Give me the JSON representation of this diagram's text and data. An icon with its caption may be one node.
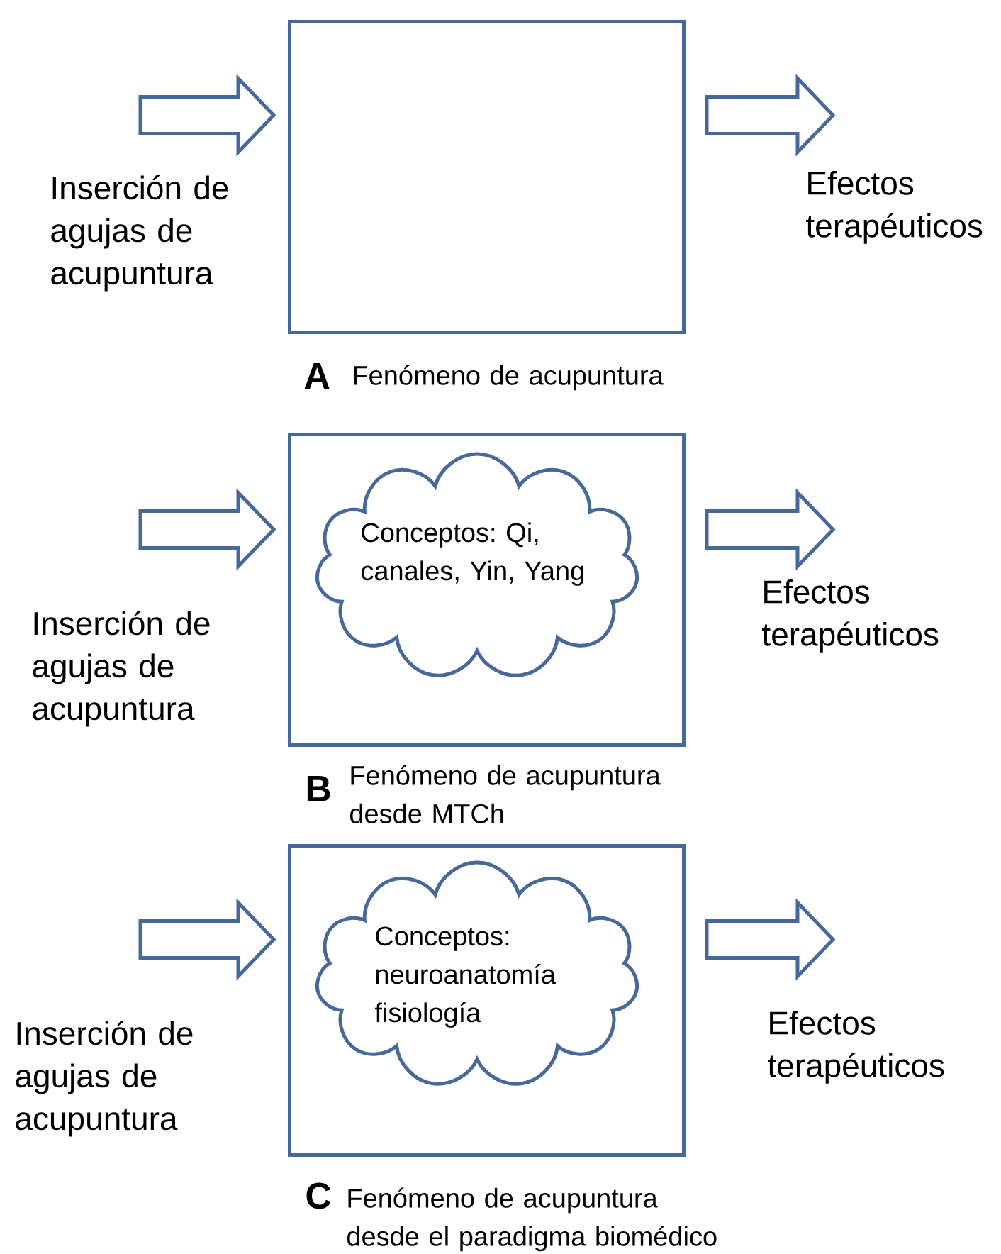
{
  "diagram": {
    "nodes": [
      {
        "text": [],
        "shape": "box"
      },
      {
        "text": [],
        "shape": "box"
      },
      {
        "text": [
          "Conceptos: Qi, canales, Yin, Yang"
        ],
        "in": 1
      },
      {
        "text": [],
        "shape": "box"
      },
      {
        "text": [
          "Conceptos: neuroanatomía fisiología"
        ],
        "in": 3
      }
    ],
    "edges": [
      {
        "from": null,
        "to": 0,
        "arrow": "to"
      },
      {
        "from": 0,
        "to": null,
        "arrow": "to"
      },
      {
        "from": null,
        "to": 1,
        "arrow": "to"
      },
      {
        "from": 1,
        "to": null,
        "arrow": "to"
      },
      {
        "from": null,
        "to": 3,
        "arrow": "to"
      },
      {
        "from": 3,
        "to": null,
        "arrow": "to"
      }
    ],
    "labels": [
      "Inserción de agujas de acupuntura",
      "Efectos terapéuticos",
      "A",
      "Fenómeno de acupuntura",
      "Inserción de agujas de acupuntura",
      "Efectos terapéuticos",
      "B",
      "Fenómeno de acupuntura desde MTCh",
      "Inserción de agujas de acupuntura",
      "Efectos terapéuticos",
      "C",
      "Fenómeno de acupuntura desde el paradigma biomédico"
    ]
  }
}
